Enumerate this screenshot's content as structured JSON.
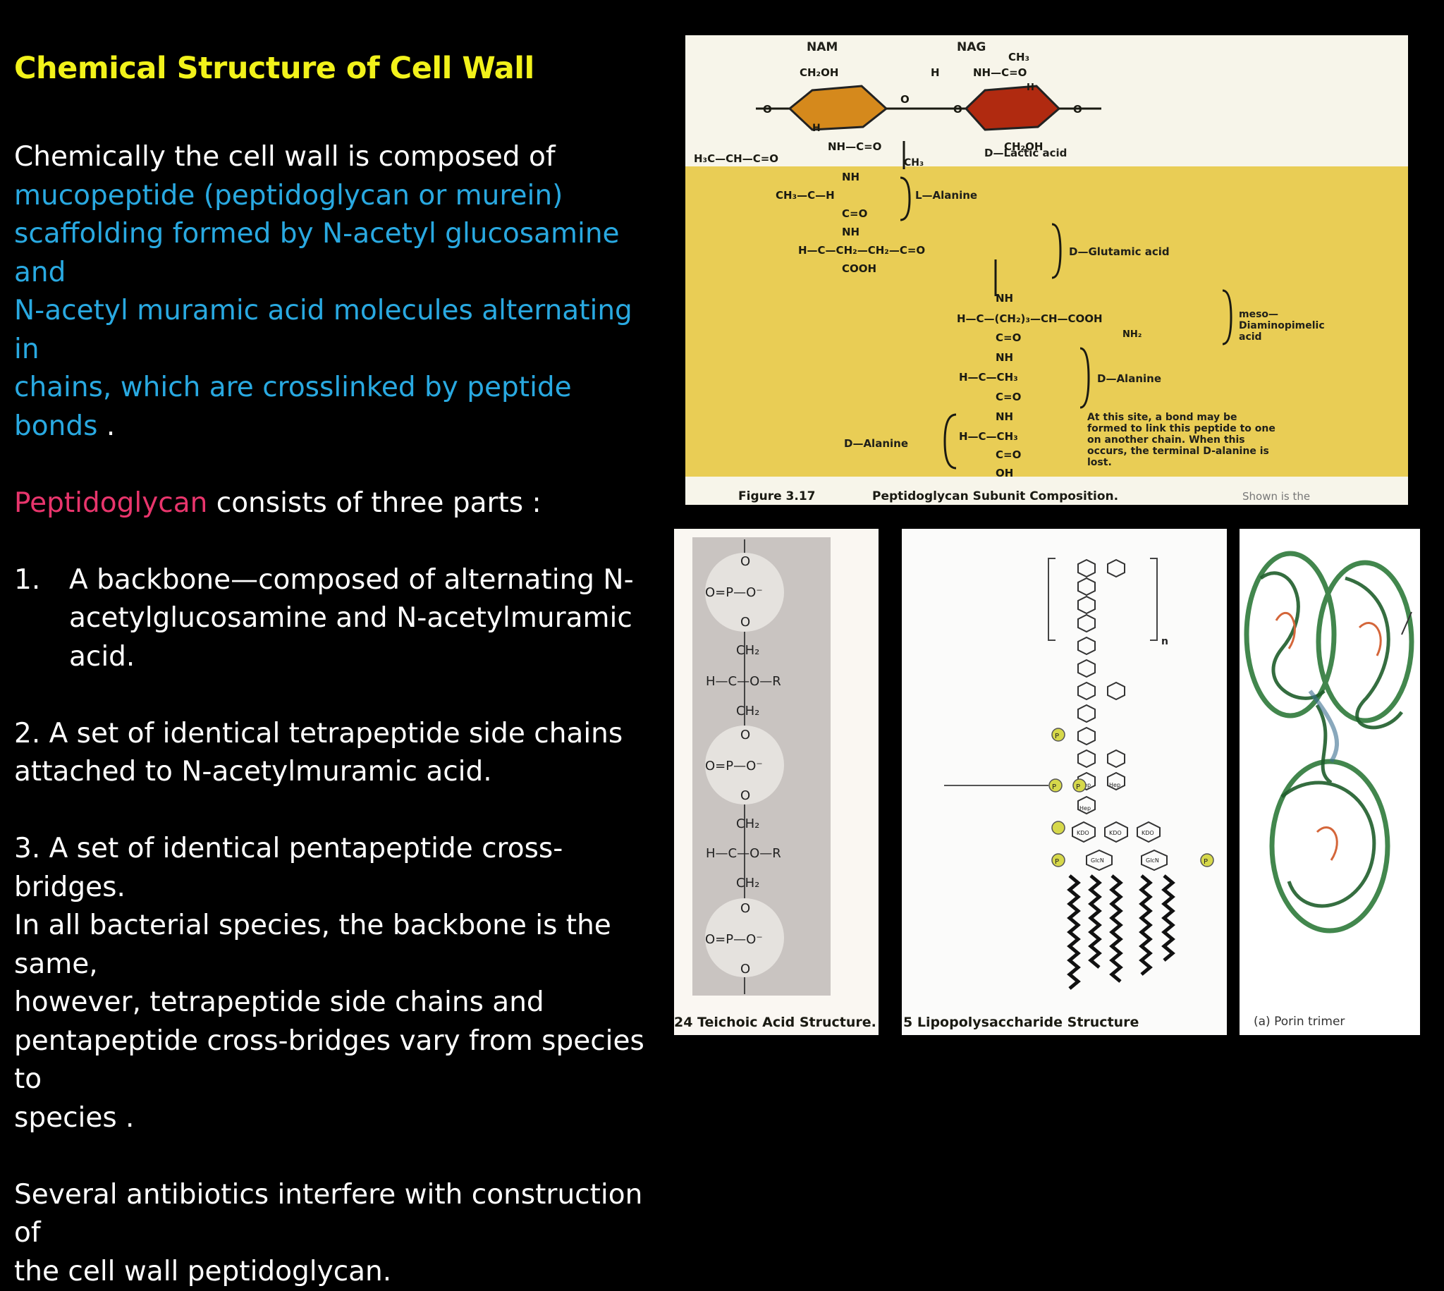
{
  "slide": {
    "title": "Chemical Structure of Cell Wall",
    "para1_intro": "Chemically the cell wall is composed of",
    "para1_lines": [
      "mucopeptide (peptidoglycan or murein)",
      "scaffolding formed by N-acetyl glucosamine and",
      "N-acetyl muramic acid molecules alternating in",
      "chains, which are crosslinked by peptide bonds"
    ],
    "para1_end": " .",
    "para2_highlight": "Peptidoglycan",
    "para2_rest": " consists of three parts :",
    "item1_num": "1.",
    "item1_lines": [
      "A backbone—composed of alternating N-",
      "acetylglucosamine and N-acetylmuramic",
      "acid."
    ],
    "item2_lines": [
      "2. A set of identical tetrapeptide side chains",
      "attached to N-acetylmuramic acid."
    ],
    "item3_lines": [
      "3. A set of identical pentapeptide cross-bridges.",
      "In all bacterial species, the backbone is the same,",
      "however, tetrapeptide side chains and",
      "pentapeptide cross-bridges vary from species to",
      "species ."
    ],
    "closing_lines": [
      "Several antibiotics interfere with construction of",
      "the cell wall peptidoglycan."
    ]
  },
  "figure_peptidoglycan": {
    "nam": "NAM",
    "nag": "NAG",
    "ch3": "CH₃",
    "ch2oh": "CH₂OH",
    "ch2oh_b": "CH₂OH",
    "nh_co_top": "NH—C=O",
    "nh_co_mid": "NH—C=O",
    "h": "H",
    "o": "O",
    "lactyl": "H₃C—CH—C=O",
    "d_lactic": "D—Lactic acid",
    "nh": "NH",
    "ala_row": "CH₃—C—H",
    "co": "C=O",
    "glu_row": "H—C—CH₂—CH₂—C=O",
    "cooh": "COOH",
    "dap_row": "H—C—(CH₂)₃—CH—COOH",
    "nh2": "NH₂",
    "dala_row": "H—C—CH₃",
    "oh": "OH",
    "l_alanine": "L—Alanine",
    "d_glutamic": "D—Glutamic acid",
    "meso": "meso—",
    "dap": "Diaminopimelic",
    "acid": "acid",
    "d_alanine": "D—Alanine",
    "d_alanine_left": "D—Alanine",
    "note": [
      "At this site, a bond may be",
      "formed to link this peptide to one",
      "on another chain. When this",
      "occurs, the terminal D-alanine is",
      "lost."
    ],
    "caption_num": "Figure 3.17",
    "caption": "Peptidoglycan Subunit Composition.",
    "caption_tail": "Shown is the"
  },
  "figure_teichoic": {
    "phosphate": "O=P—O⁻",
    "o": "O",
    "ch2": "CH₂",
    "hcor": "H—C—O—R",
    "caption": "24  Teichoic Acid Structure."
  },
  "figure_lps": {
    "n": "n",
    "p": "P",
    "hep": "Hep",
    "kdo": "KDO",
    "glcn": "GlcN",
    "caption": "5  Lipopolysaccharide Structure"
  },
  "figure_porin": {
    "caption": "(a) Porin trimer"
  },
  "colors": {
    "title": "#f2f21a",
    "text": "#ffffff",
    "blue": "#29a9e1",
    "pink": "#e8356c",
    "nam_ring": "#d5891c",
    "nag_ring": "#b02a10",
    "peptide_bg": "#e9cd55"
  }
}
